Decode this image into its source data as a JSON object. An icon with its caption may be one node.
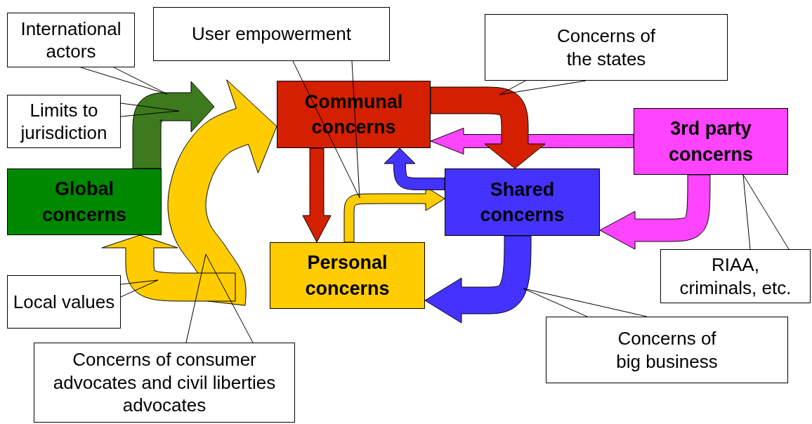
{
  "diagram": {
    "nodes": [
      {
        "text": [
          "Global concerns"
        ]
      },
      {
        "text": [
          "Communal concerns"
        ]
      },
      {
        "text": [
          "Personal concerns"
        ]
      },
      {
        "text": [
          "Shared concerns"
        ]
      },
      {
        "text": [
          "3rd party concerns"
        ]
      },
      {
        "text": [
          "International actors"
        ]
      },
      {
        "text": [
          "Limits to jurisdiction"
        ]
      },
      {
        "text": [
          "User empowerment"
        ]
      },
      {
        "text": [
          "Concerns of the states"
        ]
      },
      {
        "text": [
          "RIAA, criminals, etc."
        ]
      },
      {
        "text": [
          "Local values"
        ]
      },
      {
        "text": [
          "Concerns of big business"
        ]
      },
      {
        "text": [
          "Concerns of consumer advocates and civil liberties advocates"
        ]
      }
    ],
    "edges": [
      {
        "from": 0,
        "to": null,
        "arrow": "to",
        "style": "thick",
        "color": "#3d7a1d"
      },
      {
        "from": null,
        "to": 1,
        "arrow": "to",
        "style": "thick",
        "color": "#ffcc00"
      },
      {
        "from": null,
        "to": 0,
        "arrow": "to",
        "style": "thick",
        "color": "#ffcc00"
      },
      {
        "from": 1,
        "to": 2,
        "arrow": "to",
        "style": "thick",
        "color": "#d41f00"
      },
      {
        "from": 2,
        "to": 3,
        "arrow": "to",
        "style": "thick",
        "color": "#ffcc00"
      },
      {
        "from": 3,
        "to": 1,
        "arrow": "to",
        "style": "thick",
        "color": "#4433ff"
      },
      {
        "from": 4,
        "to": 1,
        "arrow": "to",
        "style": "thick",
        "color": "#ff44ff"
      },
      {
        "from": 1,
        "to": 3,
        "arrow": "to",
        "style": "thick",
        "color": "#d41f00"
      },
      {
        "from": 4,
        "to": 3,
        "arrow": "to",
        "style": "thick",
        "color": "#ff44ff"
      },
      {
        "from": 3,
        "to": 2,
        "arrow": "to",
        "style": "thick",
        "color": "#4433ff"
      },
      {
        "from": 5,
        "to": null,
        "arrow": "none"
      },
      {
        "from": 6,
        "to": null,
        "arrow": "none"
      },
      {
        "from": 7,
        "to": null,
        "arrow": "none"
      },
      {
        "from": 8,
        "to": null,
        "arrow": "none"
      },
      {
        "from": 9,
        "to": 4,
        "arrow": "none"
      },
      {
        "from": 10,
        "to": null,
        "arrow": "none"
      },
      {
        "from": 11,
        "to": null,
        "arrow": "none"
      },
      {
        "from": 12,
        "to": null,
        "arrow": "none"
      }
    ]
  }
}
